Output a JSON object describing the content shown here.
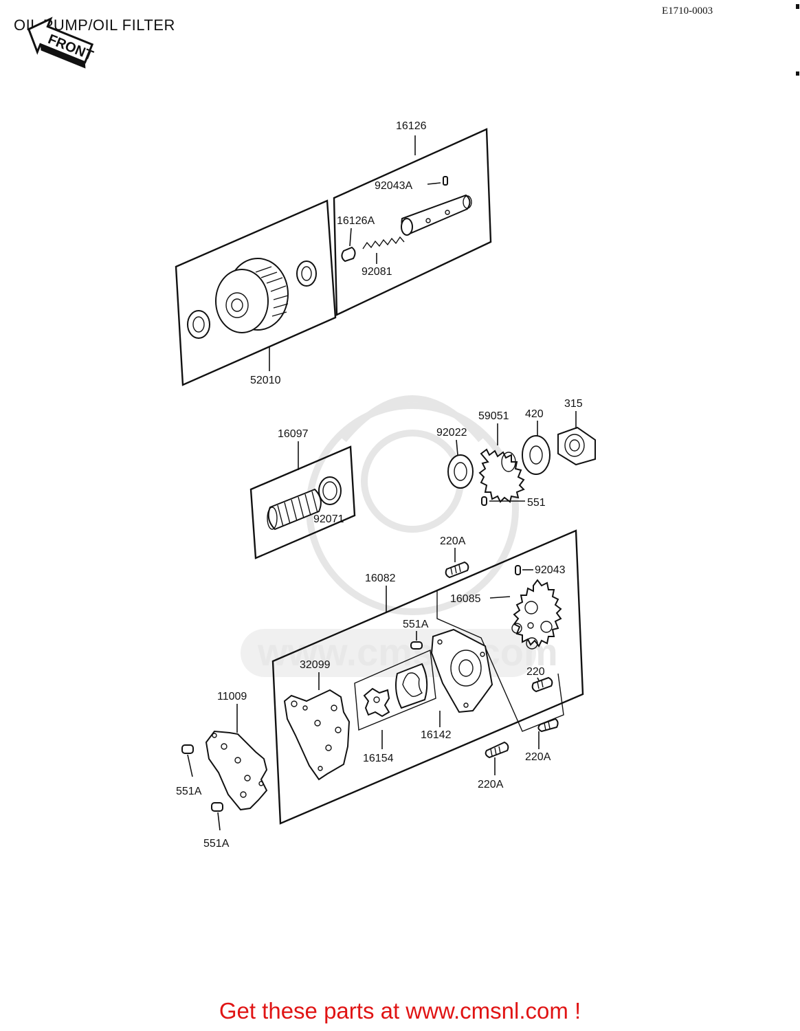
{
  "header": {
    "title": "OIL PUMP/OIL FILTER",
    "diagram_code": "E1710-0003",
    "front_arrow_label": "FRONT"
  },
  "watermark": {
    "text": "www.cmsnl.com"
  },
  "diagram": {
    "part_labels": [
      "16126",
      "92043A",
      "16126A",
      "92081",
      "52010",
      "16097",
      "92071",
      "92022",
      "59051",
      "420",
      "315",
      "551",
      "220A",
      "92043",
      "16082",
      "16085",
      "551A",
      "32099",
      "220",
      "11009",
      "16142",
      "16154",
      "220A",
      "220A",
      "551A",
      "551A"
    ]
  },
  "footer": {
    "cta_text": "Get these parts at www.cmsnl.com !",
    "cta_color": "#e01414"
  }
}
